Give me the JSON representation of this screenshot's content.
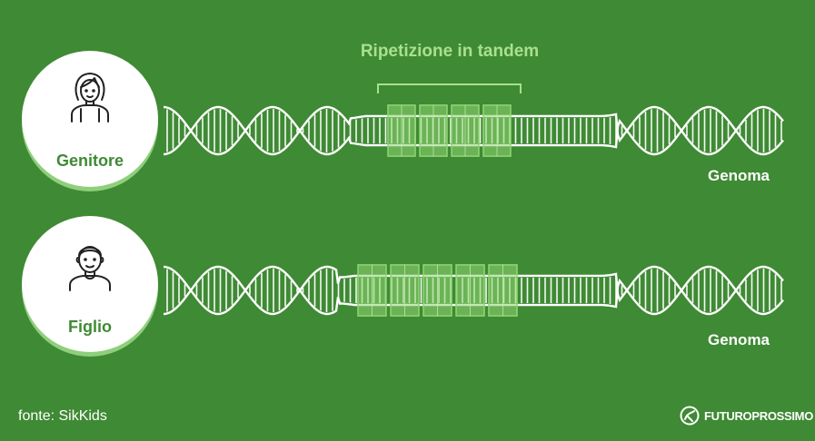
{
  "header": {
    "repeat_title": "Ripetizione in tandem"
  },
  "parent": {
    "label": "Genitore",
    "genome_label": "Genoma",
    "repeat_count": 4
  },
  "child": {
    "label": "Figlio",
    "genome_label": "Genoma",
    "repeat_count": 5
  },
  "footer": {
    "source": "fonte: SikKids",
    "brand": "FUTUROPROSSIMO"
  },
  "colors": {
    "background": "#3f8a34",
    "accent": "#a9e08f",
    "highlight": "#8fd673",
    "strand": "#ffffff"
  }
}
